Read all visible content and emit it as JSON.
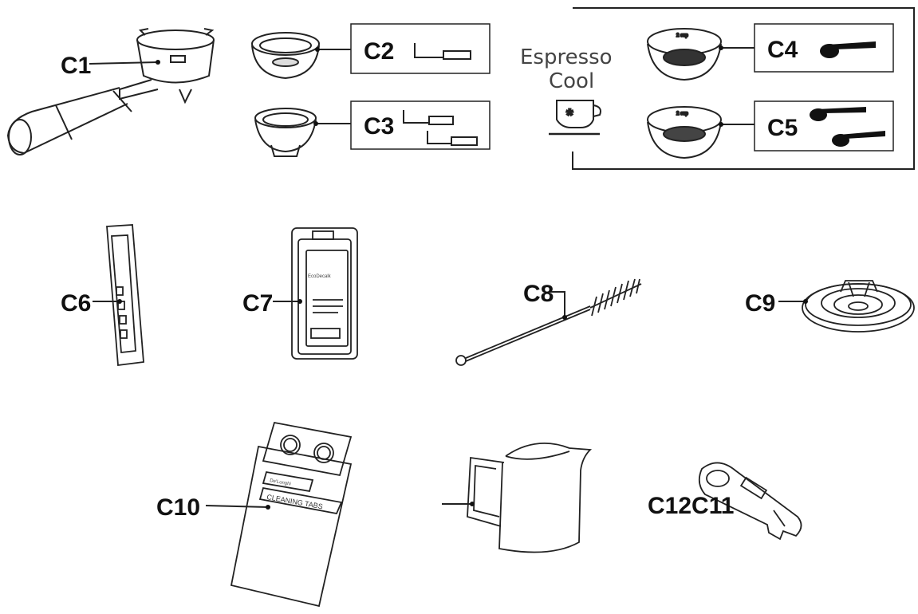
{
  "labels": {
    "c1": "C1",
    "c2": "C2",
    "c3": "C3",
    "c4": "C4",
    "c5": "C5",
    "c6": "C6",
    "c7": "C7",
    "c8": "C8",
    "c9": "C9",
    "c10": "C10",
    "c12c11": "C12C11"
  },
  "espresso_cool": {
    "line1": "Espresso",
    "line2": "Cool"
  },
  "product_text": {
    "brand": "De'Longhi",
    "cleaning_tabs": "CLEANING TABS",
    "ecodecalk": "EcoDecalk"
  },
  "colors": {
    "ink": "#111111",
    "line": "#222222",
    "fill_dark": "#1a1a1a",
    "text_gray": "#444444"
  }
}
